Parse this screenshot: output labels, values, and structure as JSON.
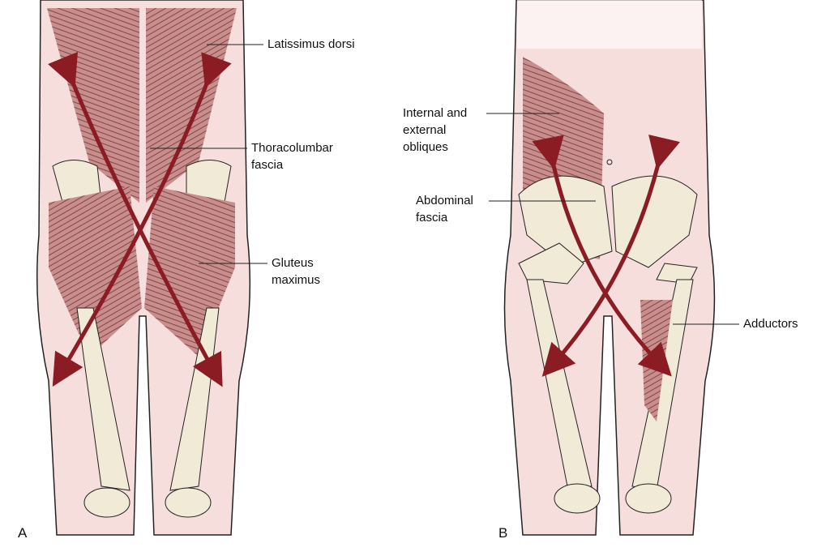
{
  "panels": {
    "a": {
      "letter": "A",
      "labels": {
        "latissimus": "Latissimus dorsi",
        "thoracolumbar": "Thoracolumbar\nfascia",
        "gluteus": "Gluteus\nmaximus"
      }
    },
    "b": {
      "letter": "B",
      "labels": {
        "obliques": "Internal and\nexternal\nobliques",
        "abdominal": "Abdominal\nfascia",
        "adductors": "Adductors"
      }
    }
  },
  "colors": {
    "skin": "#f6dedd",
    "bone": "#f0ead6",
    "muscle": "#c98d8c",
    "arrow": "#8c1c24",
    "outline": "#222222"
  }
}
